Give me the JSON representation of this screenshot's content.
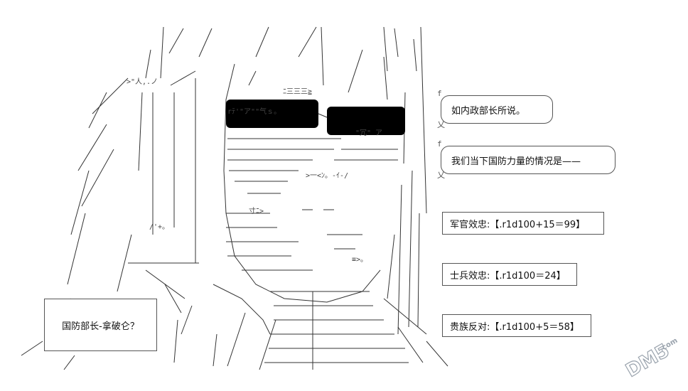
{
  "dialogue": {
    "speech_1": "如内政部长所说。",
    "speech_2": "我们当下国防力量的情况是——",
    "question": "国防部长-拿破仑？"
  },
  "rolls": {
    "military_loyalty": "军官效忠:【.r1d100+15＝99】",
    "soldier_loyalty": "士兵效忠:【.r1d100＝24】",
    "noble_opposition": "贵族反对:【.r1d100+5＝58】"
  },
  "watermark": {
    "brand": "DM5",
    "domain": ".com"
  }
}
